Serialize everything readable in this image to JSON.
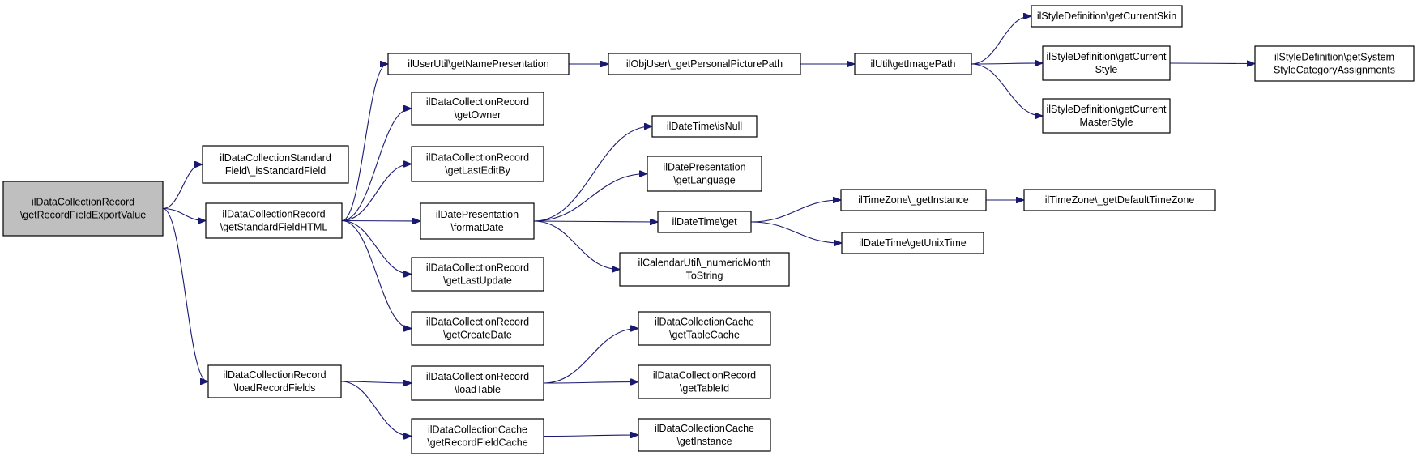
{
  "colors": {
    "edge": "#191970",
    "root_fill": "#bfbfbf",
    "node_fill": "#ffffff",
    "border": "#000000"
  },
  "nodes": [
    {
      "id": "root",
      "lines": [
        "ilDataCollectionRecord",
        "\\getRecordFieldExportValue"
      ],
      "highlight": true
    },
    {
      "id": "isStd",
      "lines": [
        "ilDataCollectionStandard",
        "Field\\_isStandardField"
      ]
    },
    {
      "id": "getStd",
      "lines": [
        "ilDataCollectionRecord",
        "\\getStandardFieldHTML"
      ]
    },
    {
      "id": "loadRF",
      "lines": [
        "ilDataCollectionRecord",
        "\\loadRecordFields"
      ]
    },
    {
      "id": "userName",
      "lines": [
        "ilUserUtil\\getNamePresentation"
      ]
    },
    {
      "id": "getOwner",
      "lines": [
        "ilDataCollectionRecord",
        "\\getOwner"
      ]
    },
    {
      "id": "getLEB",
      "lines": [
        "ilDataCollectionRecord",
        "\\getLastEditBy"
      ]
    },
    {
      "id": "fmtDate",
      "lines": [
        "ilDatePresentation",
        "\\formatDate"
      ]
    },
    {
      "id": "getLU",
      "lines": [
        "ilDataCollectionRecord",
        "\\getLastUpdate"
      ]
    },
    {
      "id": "getCD",
      "lines": [
        "ilDataCollectionRecord",
        "\\getCreateDate"
      ]
    },
    {
      "id": "loadT",
      "lines": [
        "ilDataCollectionRecord",
        "\\loadTable"
      ]
    },
    {
      "id": "getRFC",
      "lines": [
        "ilDataCollectionCache",
        "\\getRecordFieldCache"
      ]
    },
    {
      "id": "picPath",
      "lines": [
        "ilObjUser\\_getPersonalPicturePath"
      ]
    },
    {
      "id": "isNull",
      "lines": [
        "ilDateTime\\isNull"
      ]
    },
    {
      "id": "getLang",
      "lines": [
        "ilDatePresentation",
        "\\getLanguage"
      ]
    },
    {
      "id": "dtGet",
      "lines": [
        "ilDateTime\\get"
      ]
    },
    {
      "id": "numMonth",
      "lines": [
        "ilCalendarUtil\\_numericMonth",
        "ToString"
      ]
    },
    {
      "id": "getTC",
      "lines": [
        "ilDataCollectionCache",
        "\\getTableCache"
      ]
    },
    {
      "id": "getTId",
      "lines": [
        "ilDataCollectionRecord",
        "\\getTableId"
      ]
    },
    {
      "id": "getInst",
      "lines": [
        "ilDataCollectionCache",
        "\\getInstance"
      ]
    },
    {
      "id": "imgPath",
      "lines": [
        "ilUtil\\getImagePath"
      ]
    },
    {
      "id": "tzInst",
      "lines": [
        "ilTimeZone\\_getInstance"
      ]
    },
    {
      "id": "unix",
      "lines": [
        "ilDateTime\\getUnixTime"
      ]
    },
    {
      "id": "curSkin",
      "lines": [
        "ilStyleDefinition\\getCurrentSkin"
      ]
    },
    {
      "id": "curStyle",
      "lines": [
        "ilStyleDefinition\\getCurrent",
        "Style"
      ]
    },
    {
      "id": "curMaster",
      "lines": [
        "ilStyleDefinition\\getCurrent",
        "MasterStyle"
      ]
    },
    {
      "id": "tzDefault",
      "lines": [
        "ilTimeZone\\_getDefaultTimeZone"
      ]
    },
    {
      "id": "sysStyle",
      "lines": [
        "ilStyleDefinition\\getSystem",
        "StyleCategoryAssignments"
      ]
    }
  ],
  "edges": [
    [
      "root",
      "isStd"
    ],
    [
      "root",
      "getStd"
    ],
    [
      "root",
      "loadRF"
    ],
    [
      "getStd",
      "userName"
    ],
    [
      "getStd",
      "getOwner"
    ],
    [
      "getStd",
      "getLEB"
    ],
    [
      "getStd",
      "fmtDate"
    ],
    [
      "getStd",
      "getLU"
    ],
    [
      "getStd",
      "getCD"
    ],
    [
      "loadRF",
      "loadT"
    ],
    [
      "loadRF",
      "getRFC"
    ],
    [
      "userName",
      "picPath"
    ],
    [
      "picPath",
      "imgPath"
    ],
    [
      "imgPath",
      "curSkin"
    ],
    [
      "imgPath",
      "curStyle"
    ],
    [
      "imgPath",
      "curMaster"
    ],
    [
      "curStyle",
      "sysStyle"
    ],
    [
      "fmtDate",
      "isNull"
    ],
    [
      "fmtDate",
      "getLang"
    ],
    [
      "fmtDate",
      "dtGet"
    ],
    [
      "fmtDate",
      "numMonth"
    ],
    [
      "dtGet",
      "tzInst"
    ],
    [
      "dtGet",
      "unix"
    ],
    [
      "tzInst",
      "tzDefault"
    ],
    [
      "loadT",
      "getTC"
    ],
    [
      "loadT",
      "getTId"
    ],
    [
      "getRFC",
      "getInst"
    ]
  ]
}
